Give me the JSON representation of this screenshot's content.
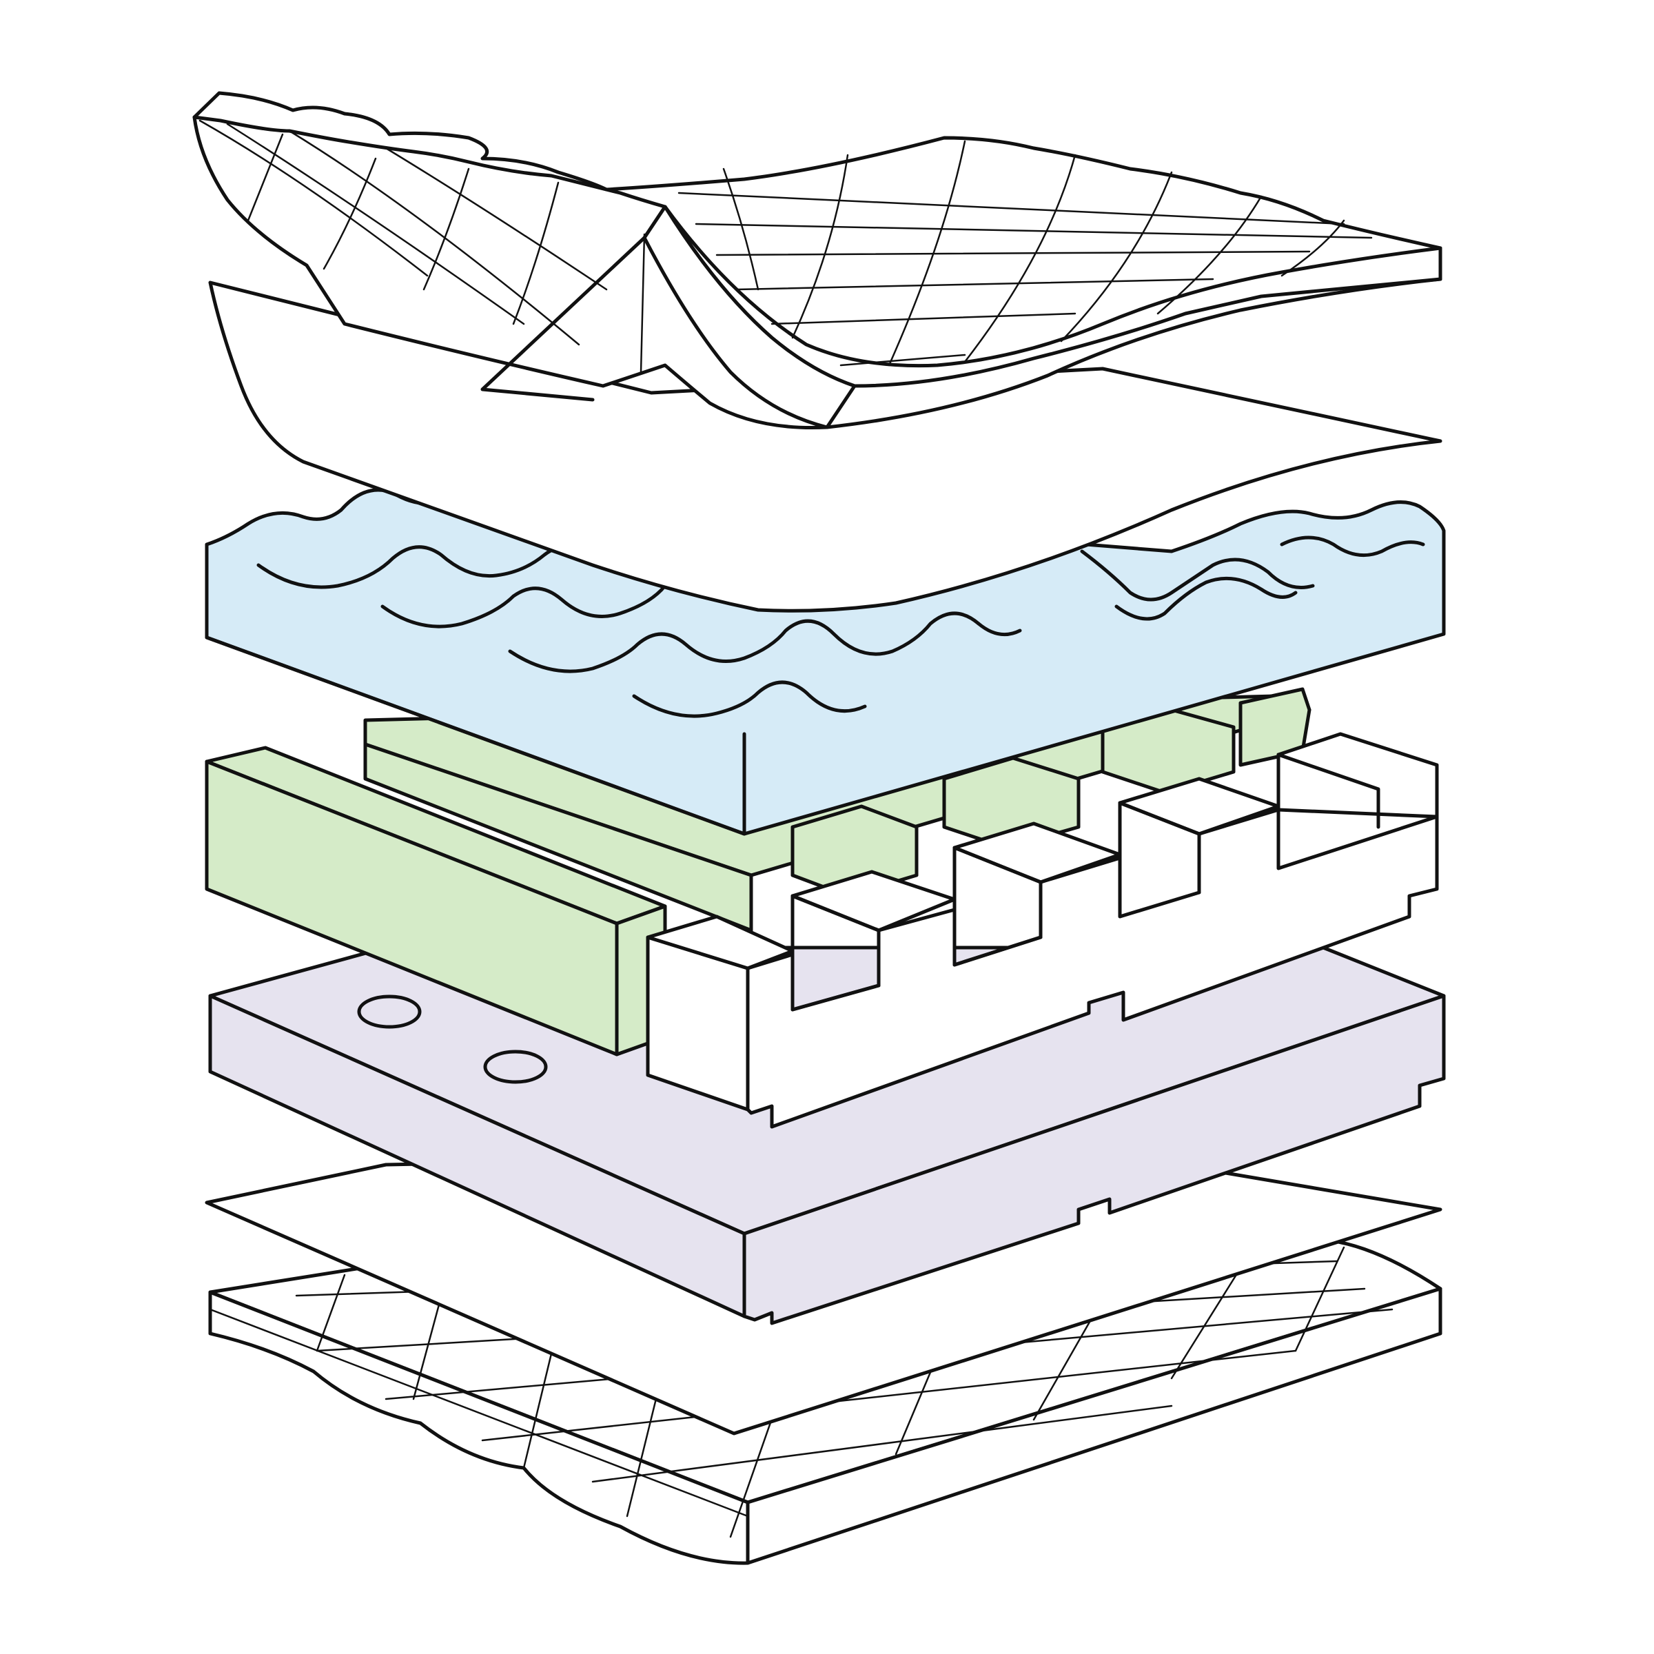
{
  "diagram": {
    "kind": "exploded-mattress-layers",
    "layers": [
      {
        "name": "quilted-top-cover",
        "fill": "#ffffff"
      },
      {
        "name": "thin-top-sheet",
        "fill": "#ffffff"
      },
      {
        "name": "convoluted-foam-layer",
        "fill": "#d6ebf7"
      },
      {
        "name": "zoned-support-core",
        "fill": "#d5ebc8",
        "alt_fill": "#ffffff"
      },
      {
        "name": "base-foam-layer",
        "fill": "#e6e3ef"
      },
      {
        "name": "bottom-sheet",
        "fill": "#ffffff"
      },
      {
        "name": "quilted-bottom-cover",
        "fill": "#ffffff"
      }
    ],
    "line_color": "#111111"
  }
}
